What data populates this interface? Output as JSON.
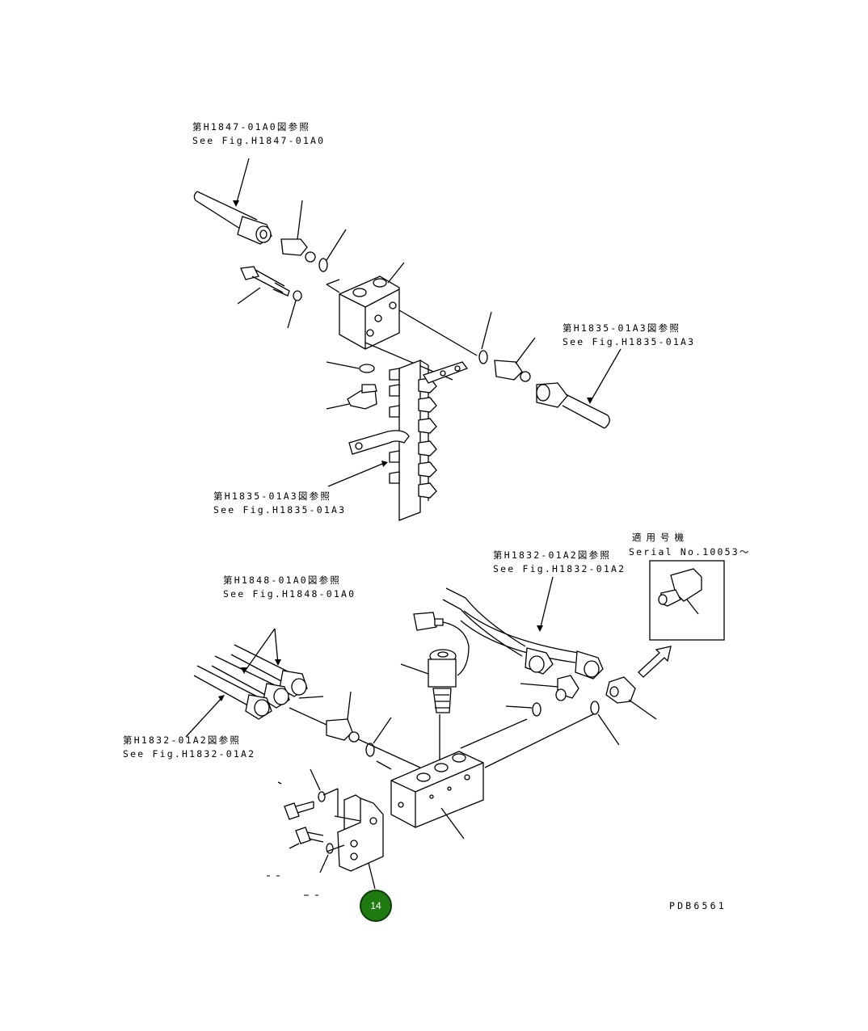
{
  "references": {
    "top_left": {
      "jp": "第H1847-01A0図参照",
      "en": "See Fig.H1847-01A0"
    },
    "top_right": {
      "jp": "第H1835-01A3図参照",
      "en": "See Fig.H1835-01A3"
    },
    "middle": {
      "jp": "第H1835-01A3図参照",
      "en": "See Fig.H1835-01A3"
    },
    "lower_left_upper": {
      "jp": "第H1848-01A0図参照",
      "en": "See Fig.H1848-01A0"
    },
    "lower_right": {
      "jp": "第H1832-01A2図参照",
      "en": "See Fig.H1832-01A2"
    },
    "lower_left": {
      "jp": "第H1832-01A2図参照",
      "en": "See Fig.H1832-01A2"
    }
  },
  "serial": {
    "jp": "適用号機",
    "en": "Serial No.10053～"
  },
  "drawing_code": "PDB6561",
  "callout": {
    "label": "14",
    "color": "#1f7a12"
  }
}
